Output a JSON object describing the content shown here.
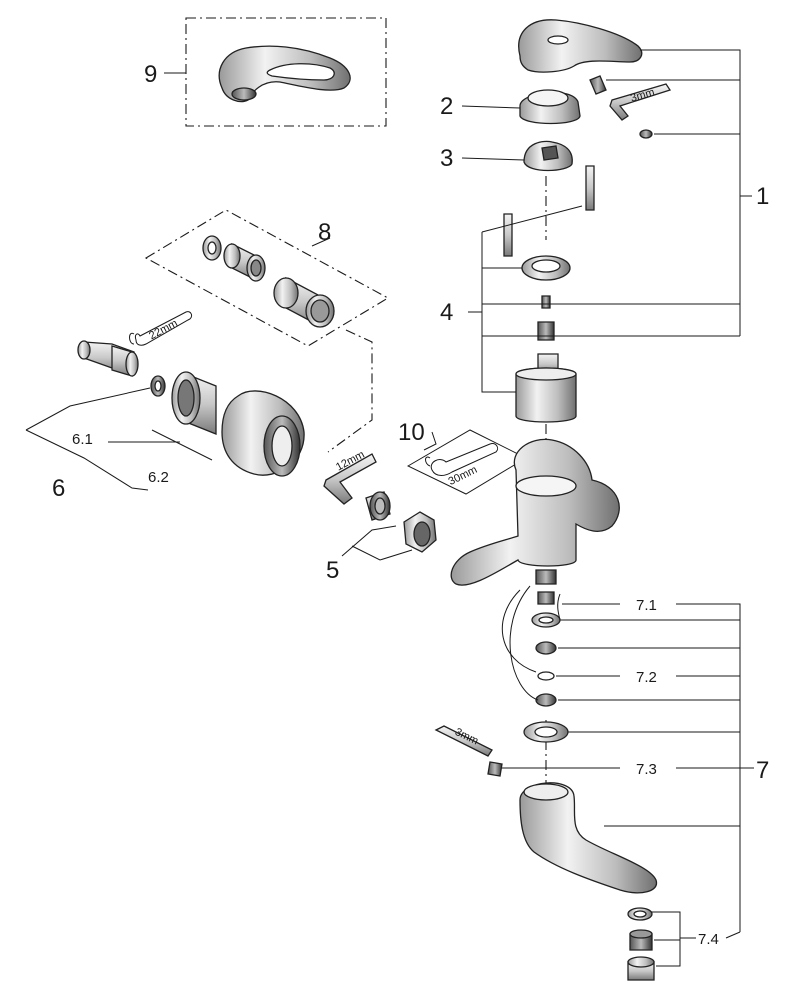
{
  "labels": {
    "l1": "1",
    "l2": "2",
    "l3": "3",
    "l4": "4",
    "l5": "5",
    "l6": "6",
    "l6_1": "6.1",
    "l6_2": "6.2",
    "l7": "7",
    "l7_1": "7.1",
    "l7_2": "7.2",
    "l7_3": "7.3",
    "l7_4": "7.4",
    "l8": "8",
    "l9": "9",
    "l10": "10"
  },
  "tools": {
    "hex_3mm_top": "3mm",
    "hex_3mm_bottom": "3mm",
    "spanner_22mm": "22mm",
    "hex_12mm": "12mm",
    "spanner_30mm": "30mm"
  }
}
